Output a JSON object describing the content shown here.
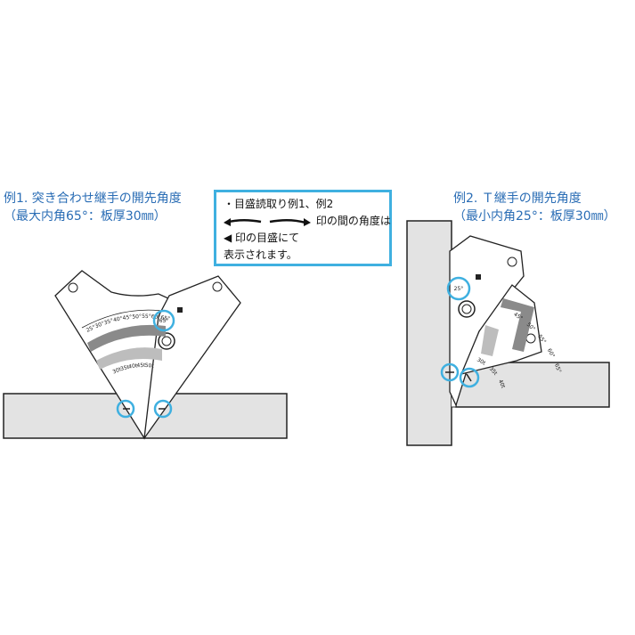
{
  "example1": {
    "title": "例1. 突き合わせ継手の開先角度",
    "subtitle": "（最大内角65°：板厚30㎜）",
    "scale_upper": [
      "25°",
      "30°",
      "35°",
      "40°",
      "45°",
      "50°",
      "55°",
      "60°",
      "65°"
    ],
    "scale_lower": [
      "30t",
      "35t",
      "40t",
      "45t",
      "50t"
    ],
    "highlight_value": "65°"
  },
  "example2": {
    "title": "例2. Ｔ継手の開先角度",
    "subtitle": "（最小内角25°：板厚30㎜）",
    "scale_upper": [
      "45°",
      "50°",
      "55°",
      "60°",
      "65°"
    ],
    "scale_lower": [
      "30t",
      "35t",
      "40t"
    ],
    "highlight_value": "25°"
  },
  "legend": {
    "line1": "・目盛読取り例1、例2",
    "line2": "印の間の角度は",
    "line3": "◀ 印の目盛にて",
    "line4": "表示されます。"
  },
  "colors": {
    "highlight_ring": "#3fb0e0",
    "caption_text": "#2a6db5",
    "plate_fill": "#e3e3e3",
    "scale_dark": "#8a8a8a",
    "scale_light": "#bdbdbd"
  }
}
